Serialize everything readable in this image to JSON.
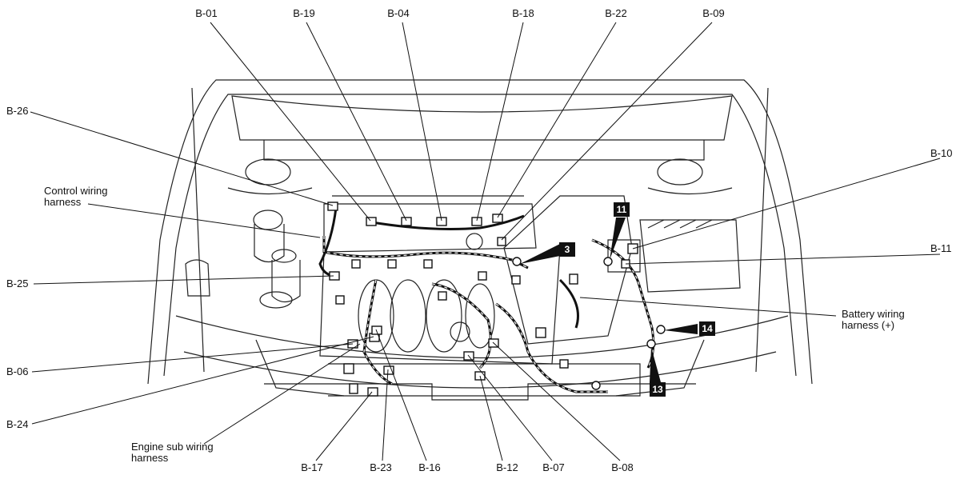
{
  "labels": {
    "b01": "B-01",
    "b19": "B-19",
    "b04": "B-04",
    "b18": "B-18",
    "b22": "B-22",
    "b09": "B-09",
    "b26": "B-26",
    "b10": "B-10",
    "b11": "B-11",
    "b25": "B-25",
    "b06": "B-06",
    "b24": "B-24",
    "b17": "B-17",
    "b23": "B-23",
    "b16": "B-16",
    "b12": "B-12",
    "b07": "B-07",
    "b08": "B-08"
  },
  "harness_labels": {
    "control": "Control wiring harness",
    "battery": "Battery wiring harness (+)",
    "engine_sub": "Engine sub wiring harness"
  },
  "badges": {
    "b3": "3",
    "b11": "11",
    "b13": "13",
    "b14": "14"
  }
}
